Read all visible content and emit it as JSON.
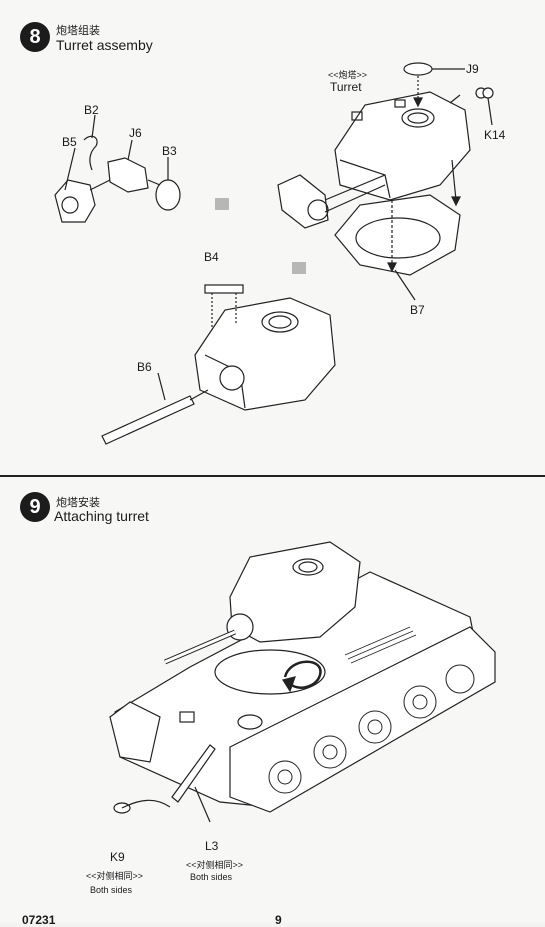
{
  "step8": {
    "number": "8",
    "title_cn": "炮塔组装",
    "title_en": "Turret assemby",
    "labels": {
      "j9": "J9",
      "turret_cn": "<<炮塔>>",
      "turret": "Turret",
      "k14": "K14",
      "b2": "B2",
      "j6": "J6",
      "b5": "B5",
      "b3": "B3",
      "b4": "B4",
      "b7": "B7",
      "b6": "B6"
    }
  },
  "step9": {
    "number": "9",
    "title_cn": "炮塔安装",
    "title_en": "Attaching  turret",
    "labels": {
      "k9": "K9",
      "l3": "L3",
      "k9_note_cn": "<<对侧相同>>",
      "k9_note": "Both sides",
      "l3_note_cn": "<<对侧相同>>",
      "l3_note": "Both sides"
    }
  },
  "footer": {
    "left": "07231",
    "center": "9"
  }
}
